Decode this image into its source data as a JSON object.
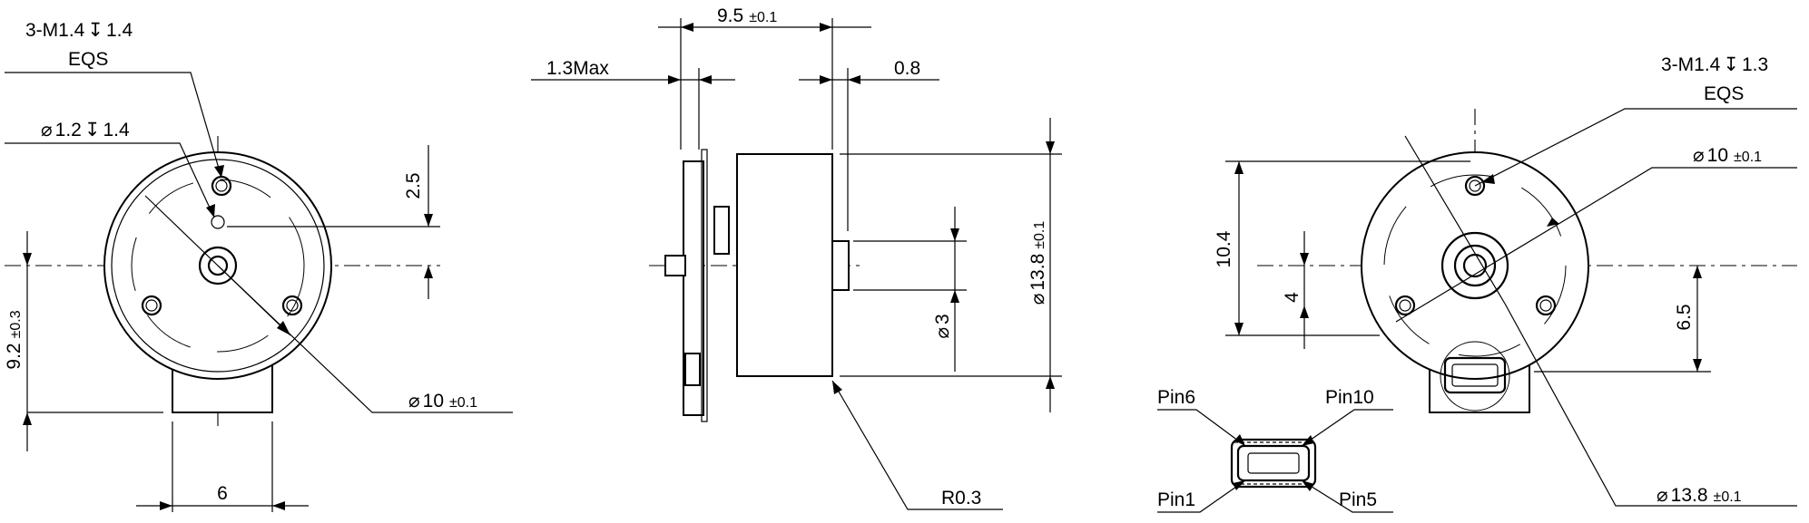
{
  "left_view": {
    "thread_callout_1": "3-M1.4",
    "thread_depth_1": "1.4",
    "eqs_1": "EQS",
    "hole_callout": "1.2",
    "hole_depth": "1.4",
    "dim_2_5": "2.5",
    "dim_9_2": "9.2",
    "tol_9_2": "±0.3",
    "dim_phi10": "10",
    "tol_phi10": "±0.1",
    "dim_6": "6"
  },
  "side_view": {
    "dim_9_5": "9.5",
    "tol_9_5": "±0.1",
    "dim_1_3max": "1.3Max",
    "dim_0_8": "0.8",
    "dim_phi3": "3",
    "dim_phi13_8": "13.8",
    "tol_phi13_8": "±0.1",
    "radius": "R0.3"
  },
  "right_view": {
    "thread_callout_2": "3-M1.4",
    "thread_depth_2": "1.3",
    "eqs_2": "EQS",
    "dim_phi10": "10",
    "tol_phi10": "±0.1",
    "dim_10_4": "10.4",
    "dim_4": "4",
    "dim_6_5": "6.5",
    "dim_phi13_8": "13.8",
    "tol_phi13_8": "±0.1"
  },
  "connector": {
    "pin6": "Pin6",
    "pin10": "Pin10",
    "pin1": "Pin1",
    "pin5": "Pin5"
  },
  "symbols": {
    "diameter": "⌀",
    "depth": "↧"
  }
}
